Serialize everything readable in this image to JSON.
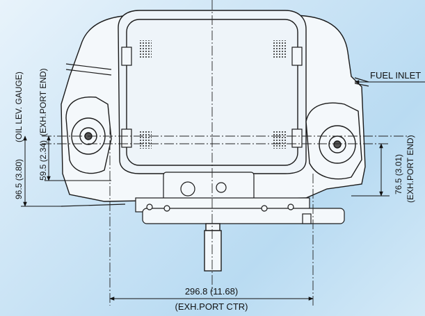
{
  "labels": {
    "fuel_inlet": "FUEL INLET",
    "oil_gauge": "(OIL LEV. GAUGE)",
    "exh_port_end_left": "(EXH.PORT END)",
    "dim_96": "96.5 (3.80)",
    "dim_59": "59.5 (2.34)",
    "dim_76": "76.5 (3.01)",
    "exh_port_end_right": "(EXH.PORT END)",
    "dim_296": "296.8 (11.68)",
    "exh_port_ctr": "(EXH.PORT CTR)"
  },
  "colors": {
    "background": "#cfe6f6",
    "line": "#1a1a1a",
    "engine_fill": "#f4f8fb"
  }
}
